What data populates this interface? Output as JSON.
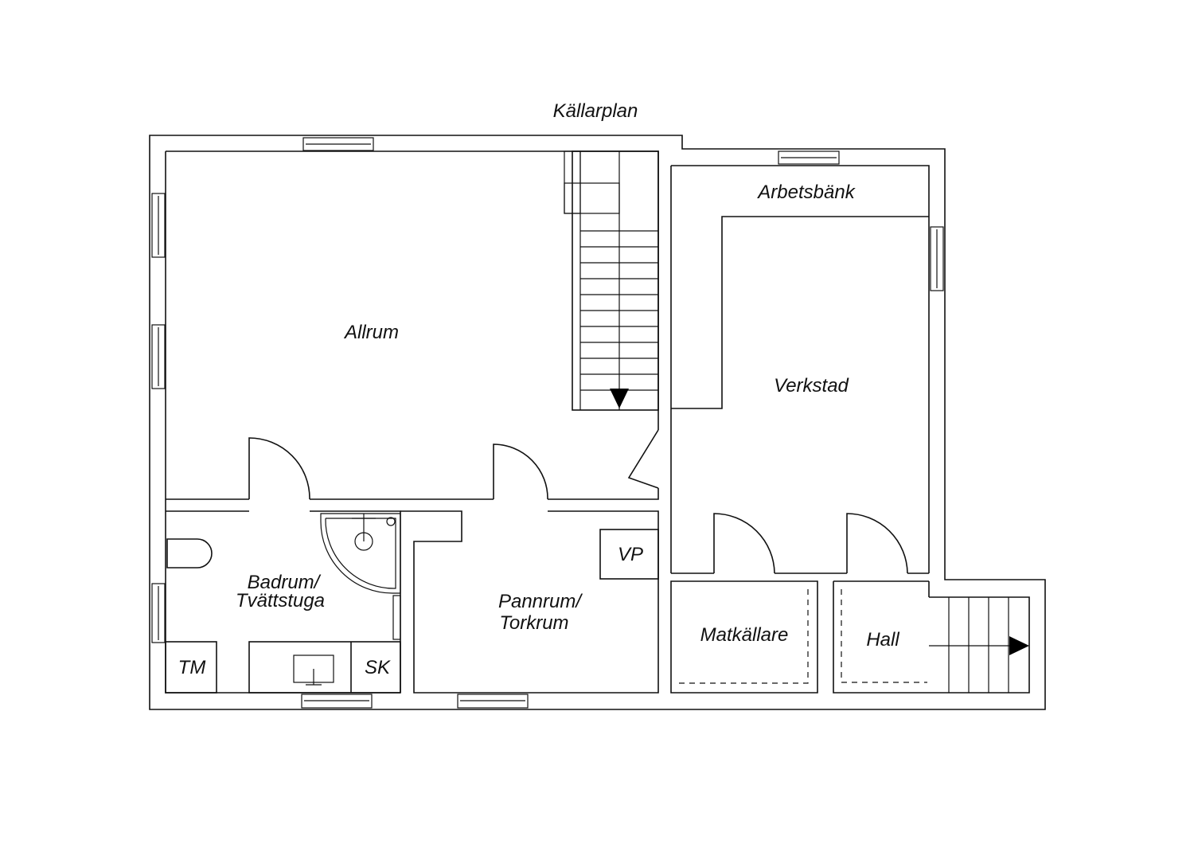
{
  "plan_title": "Källarplan",
  "rooms": {
    "allrum": "Allrum",
    "arbetsbank": "Arbetsbänk",
    "verkstad": "Verkstad",
    "badrum_line1": "Badrum/",
    "badrum_line2": "Tvättstuga",
    "pannrum_line1": "Pannrum/",
    "pannrum_line2": "Torkrum",
    "matkallare": "Matkällare",
    "hall": "Hall"
  },
  "fixtures": {
    "vp": "VP",
    "tm": "TM",
    "sk": "SK"
  }
}
